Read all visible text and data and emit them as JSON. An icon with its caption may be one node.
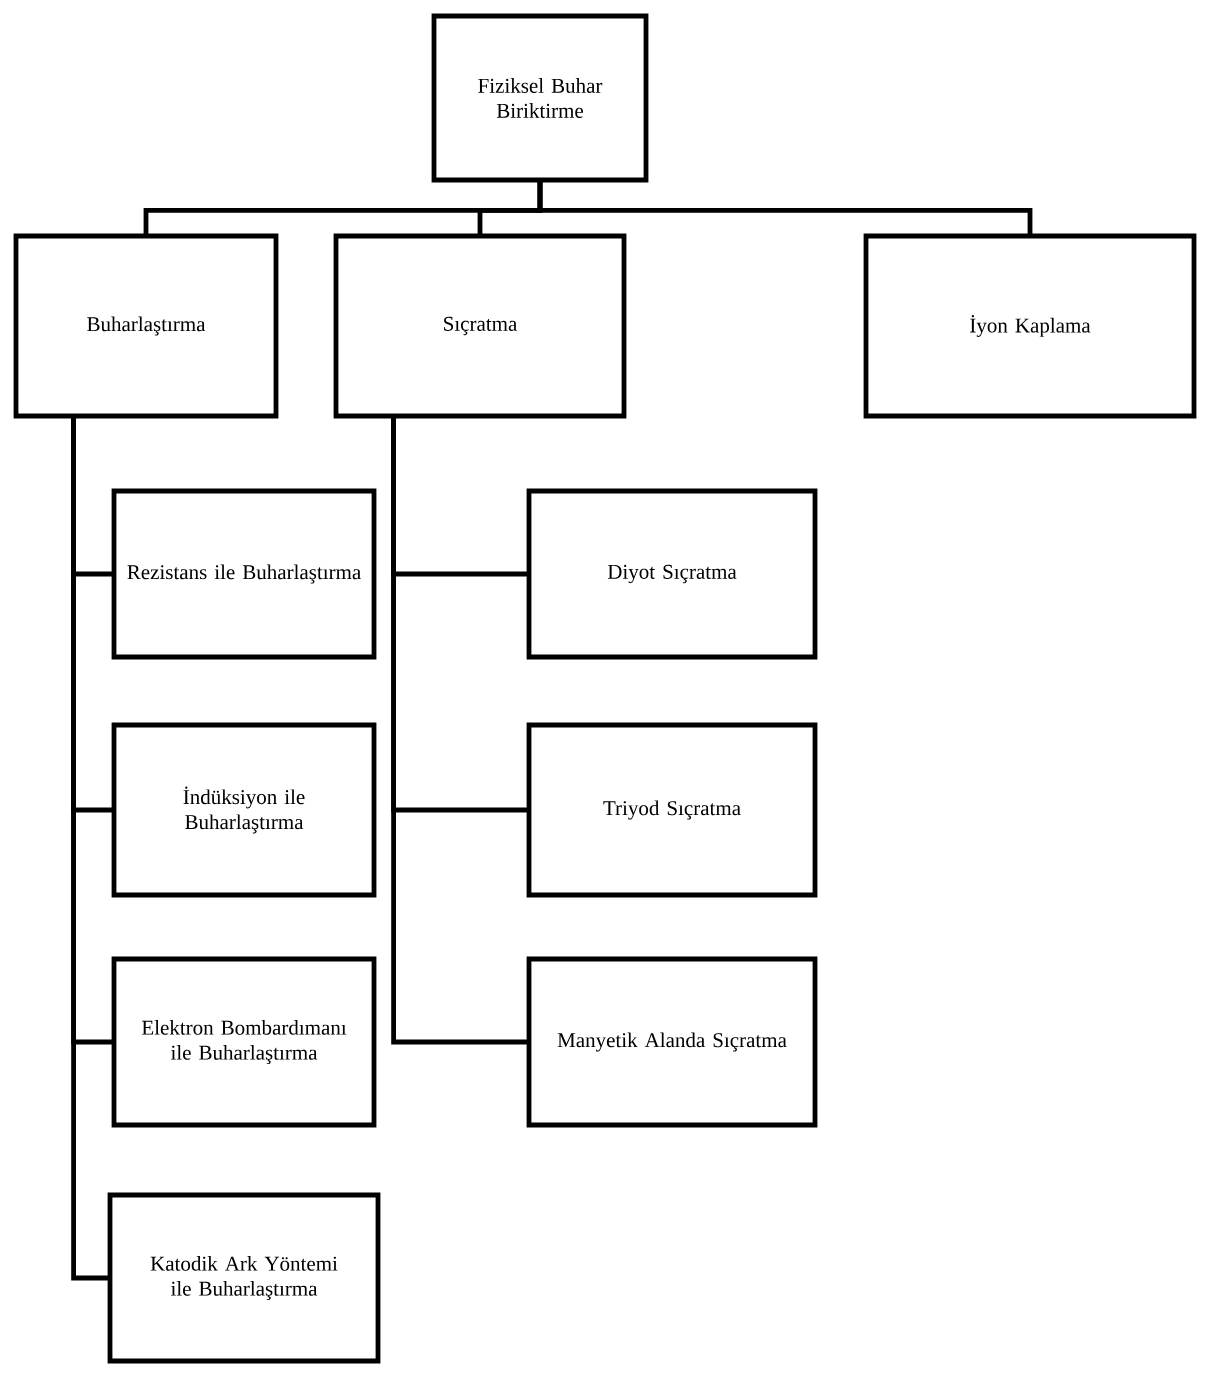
{
  "diagram": {
    "nodes": [
      {
        "text": [
          "Fiziksel Buhar Biriktirme"
        ]
      },
      {
        "text": [
          "Buharlaştırma"
        ]
      },
      {
        "text": [
          "Sıçratma"
        ]
      },
      {
        "text": [
          "İyon Kaplama"
        ]
      },
      {
        "text": [
          "Rezistans ile Buharlaştırma"
        ]
      },
      {
        "text": [
          "İndüksiyon ile Buharlaştırma"
        ]
      },
      {
        "text": [
          "Elektron Bombardımanı ile Buharlaştırma"
        ]
      },
      {
        "text": [
          "Katodik Ark Yöntemi ile Buharlaştırma"
        ]
      },
      {
        "text": [
          "Diyot Sıçratma"
        ]
      },
      {
        "text": [
          "Triyod Sıçratma"
        ]
      },
      {
        "text": [
          "Manyetik Alanda Sıçratma"
        ]
      }
    ],
    "edges": [
      {
        "from": 0,
        "to": 1,
        "arrow": "none"
      },
      {
        "from": 0,
        "to": 2,
        "arrow": "none"
      },
      {
        "from": 0,
        "to": 3,
        "arrow": "none"
      },
      {
        "from": 1,
        "to": 4,
        "arrow": "none"
      },
      {
        "from": 1,
        "to": 5,
        "arrow": "none"
      },
      {
        "from": 1,
        "to": 6,
        "arrow": "none"
      },
      {
        "from": 1,
        "to": 7,
        "arrow": "none"
      },
      {
        "from": 2,
        "to": 8,
        "arrow": "none"
      },
      {
        "from": 2,
        "to": 9,
        "arrow": "none"
      },
      {
        "from": 2,
        "to": 10,
        "arrow": "none"
      }
    ]
  }
}
